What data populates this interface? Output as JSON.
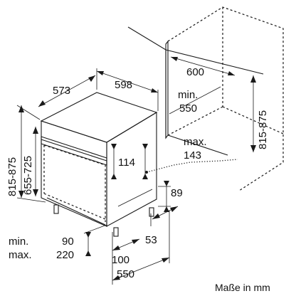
{
  "dimensions": {
    "cabinet_width": "600",
    "cabinet_depth_min_label": "min.",
    "cabinet_depth_min_value": "550",
    "cabinet_height_range": "815-875",
    "appliance_width": "598",
    "appliance_depth": "573",
    "appliance_height_range": "815-875",
    "door_height_range": "655-725",
    "panel_height": "114",
    "gap_max_label": "max.",
    "gap_max_value": "143",
    "plinth_height": "89",
    "foot_depth": "53",
    "plinth_min_label": "min.",
    "plinth_min_value": "90",
    "plinth_max_label": "max.",
    "plinth_max_value": "220",
    "foot_offset": "100",
    "total_depth": "550"
  },
  "footer": {
    "units_note": "Maße in mm"
  }
}
